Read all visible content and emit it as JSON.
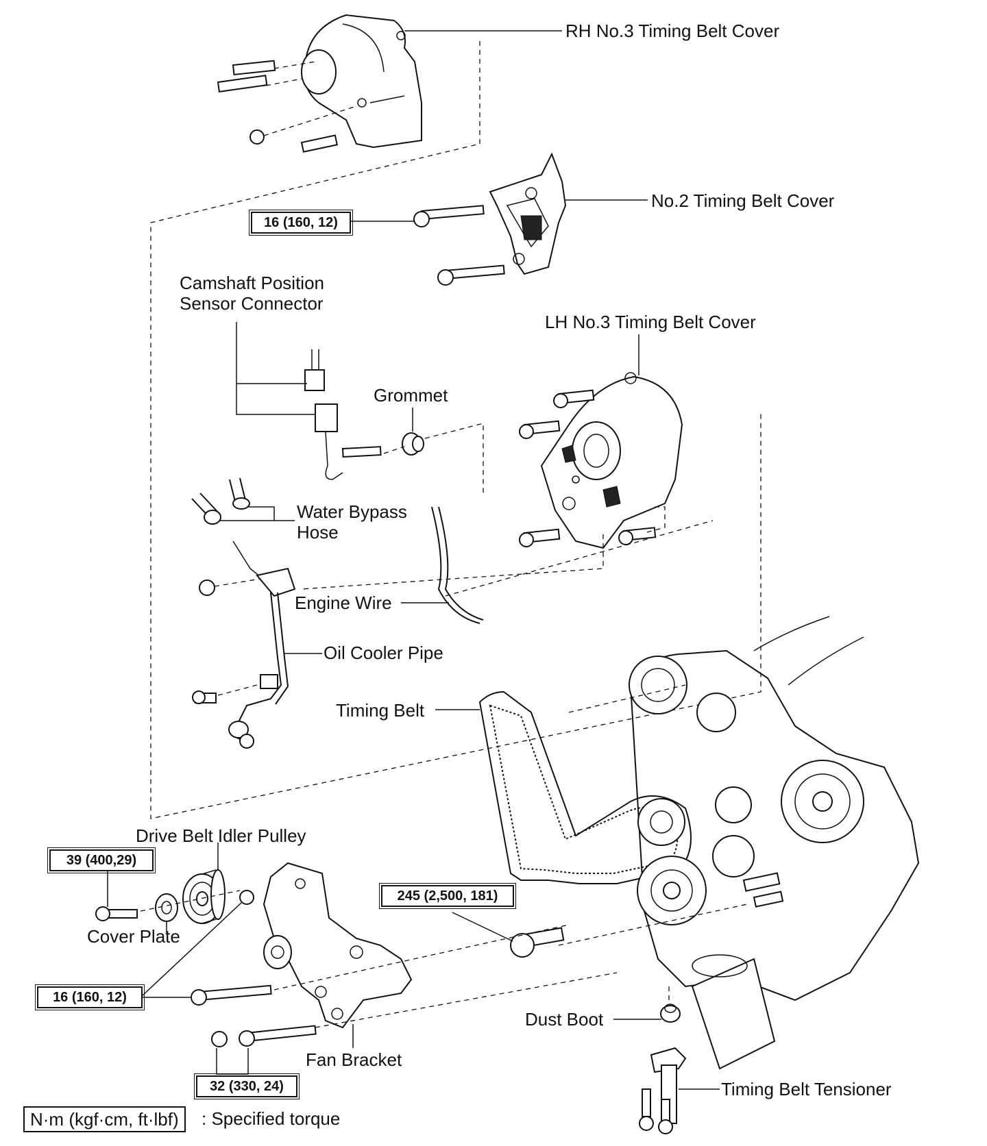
{
  "diagram": {
    "labels": {
      "rh_no3_cover": "RH No.3 Timing Belt Cover",
      "no2_cover": "No.2 Timing Belt Cover",
      "cam_sensor": "Camshaft Position\nSensor Connector",
      "lh_no3_cover": "LH No.3 Timing Belt Cover",
      "grommet": "Grommet",
      "water_bypass": "Water Bypass\nHose",
      "engine_wire": "Engine Wire",
      "oil_cooler": "Oil Cooler Pipe",
      "timing_belt": "Timing Belt",
      "idler_pulley": "Drive Belt Idler Pulley",
      "cover_plate": "Cover Plate",
      "fan_bracket": "Fan Bracket",
      "dust_boot": "Dust Boot",
      "tensioner": "Timing Belt Tensioner"
    },
    "torques": {
      "no2_cover_bolt": "16 (160, 12)",
      "idler_bolt": "39 (400,29)",
      "bracket_bolt": "16 (160, 12)",
      "crank_bolt": "245 (2,500, 181)",
      "fan_bracket_bolt": "32 (330, 24)"
    },
    "legend": {
      "unit_box": "N·m (kgf·cm, ft·lbf)",
      "text": ": Specified torque"
    }
  }
}
